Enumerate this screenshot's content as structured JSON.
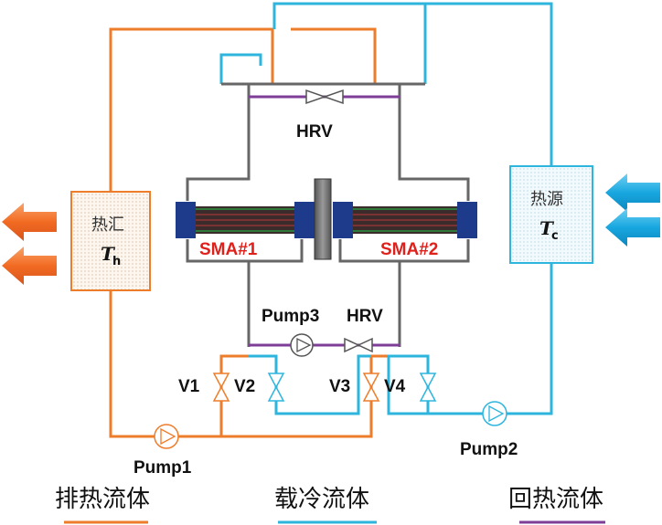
{
  "colors": {
    "hot_fluid": "#ee7d2b",
    "cold_fluid": "#2db5de",
    "regen_fluid": "#7e3e98",
    "grey_pipe": "#666666",
    "sma_label": "#e0201b",
    "heat_arrow": "#f26b23",
    "cold_arrow": "#18a7e0"
  },
  "heat_sink": {
    "name": "热汇",
    "symbol": "T",
    "subscript": "h"
  },
  "heat_source": {
    "name": "热源",
    "symbol": "T",
    "subscript": "c"
  },
  "sma": {
    "left": "SMA#1",
    "right": "SMA#2"
  },
  "valves": {
    "hrv_top": "HRV",
    "hrv_mid": "HRV",
    "v1": "V1",
    "v2": "V2",
    "v3": "V3",
    "v4": "V4"
  },
  "pumps": {
    "pump1": "Pump1",
    "pump2": "Pump2",
    "pump3": "Pump3"
  },
  "legend": [
    {
      "label": "排热流体",
      "color": "#ee7d2b"
    },
    {
      "label": "载冷流体",
      "color": "#2db5de"
    },
    {
      "label": "回热流体",
      "color": "#7e3e98"
    }
  ]
}
